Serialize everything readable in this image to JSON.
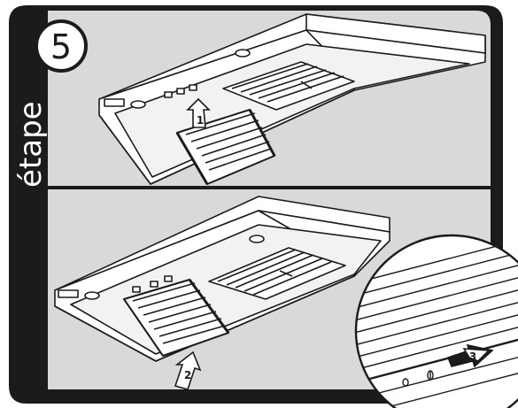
{
  "step": {
    "number": "5",
    "word": "étape"
  },
  "callouts": [
    "1",
    "2",
    "3"
  ],
  "colors": {
    "frame": "#1b1b1b",
    "panel": "#d9d9d9",
    "line": "#1b1b1b",
    "fill": "#ffffff"
  }
}
